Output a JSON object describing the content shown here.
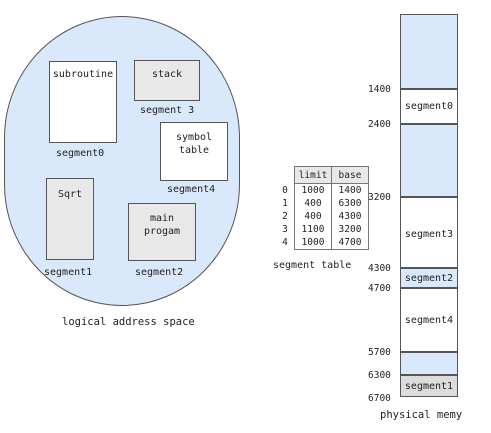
{
  "logical": {
    "caption": "logical address space",
    "segments": [
      {
        "box": "subroutine",
        "label": "segment0",
        "fill": "#ffffff"
      },
      {
        "box": "stack",
        "label": "segment 3",
        "fill": "#e8e8e8"
      },
      {
        "box": "symbol\ntable",
        "label": "segment4",
        "fill": "#ffffff"
      },
      {
        "box": "Sqrt",
        "label": "segment1",
        "fill": "#e8e8e8"
      },
      {
        "box": "main\nprogam",
        "label": "segment2",
        "fill": "#e8e8e8"
      }
    ]
  },
  "segment_table": {
    "caption": "segment table",
    "headers": [
      "limit",
      "base"
    ],
    "rows": [
      {
        "index": "0",
        "limit": "1000",
        "base": "1400"
      },
      {
        "index": "1",
        "limit": "400",
        "base": "6300"
      },
      {
        "index": "2",
        "limit": "400",
        "base": "4300"
      },
      {
        "index": "3",
        "limit": "1100",
        "base": "3200"
      },
      {
        "index": "4",
        "limit": "1000",
        "base": "4700"
      }
    ]
  },
  "physical": {
    "caption": "physical memy",
    "addresses": [
      "1400",
      "2400",
      "3200",
      "4300",
      "4700",
      "5700",
      "6300",
      "6700"
    ],
    "segment_labels": [
      "segment0",
      "segment3",
      "segment2",
      "segment4",
      "segment1"
    ],
    "colors": {
      "free": "#d9e8fb",
      "used": "#ffffff",
      "highlight": "#dcdcdc"
    }
  }
}
